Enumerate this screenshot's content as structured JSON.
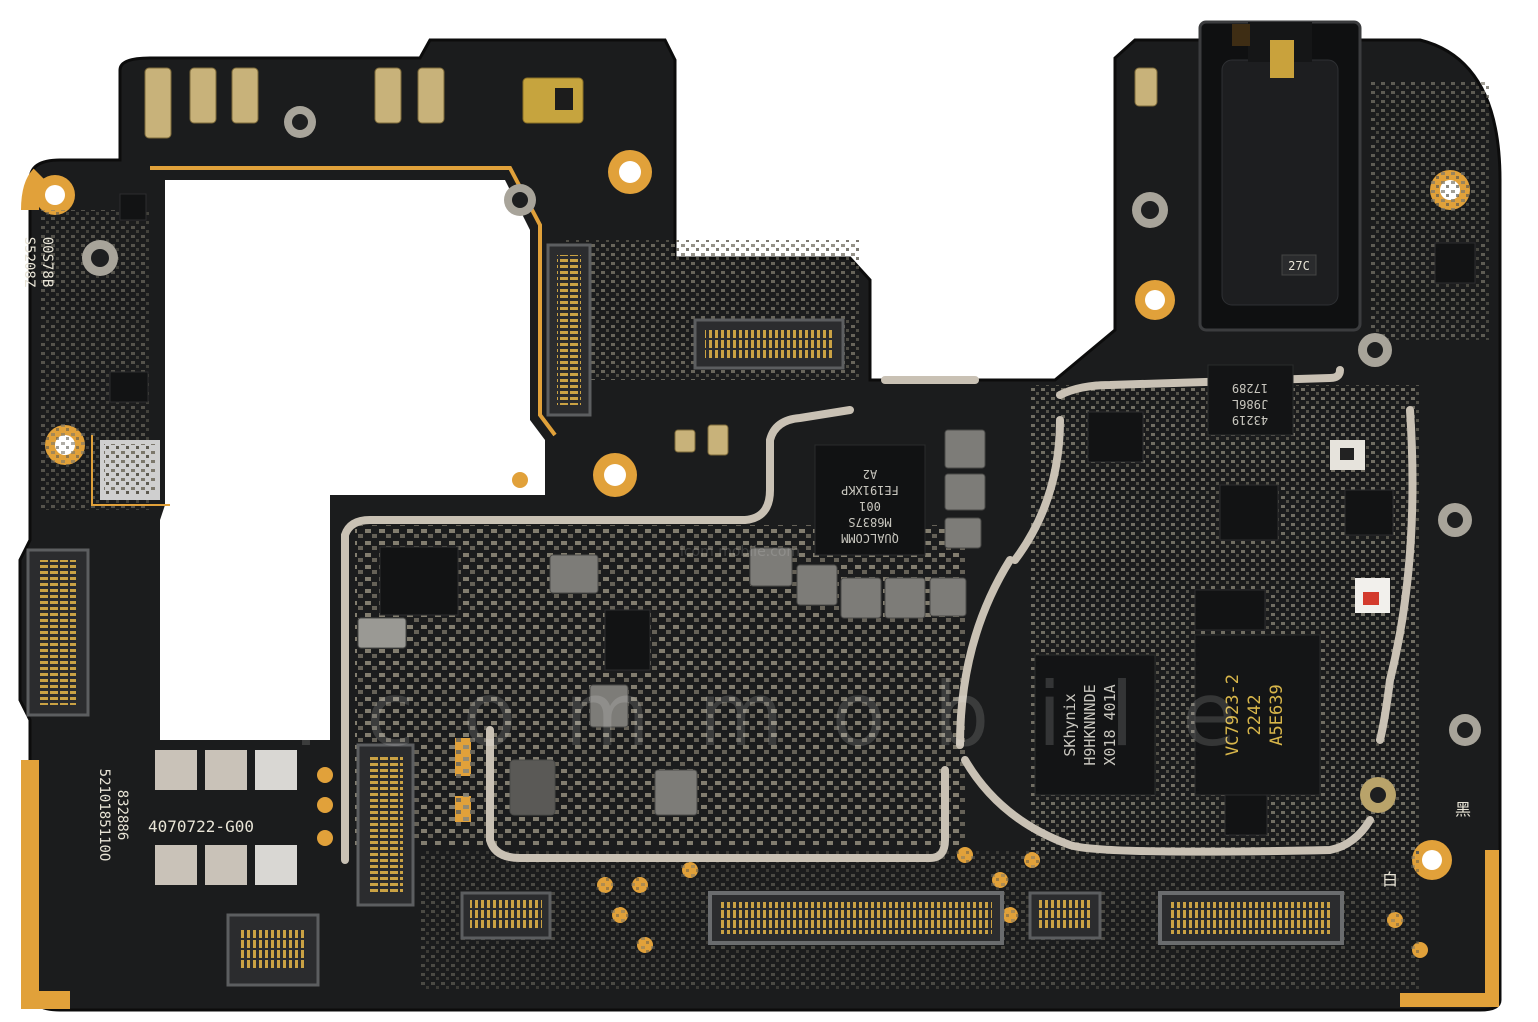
{
  "board": {
    "pcb_color": "#1b1c1d",
    "copper_color": "#e1a13a",
    "shield_color": "#c9c1b4"
  },
  "silkscreen": {
    "part_number": "4070722-G00",
    "code_a": "832886",
    "code_b": "5210185110O",
    "code_c": "00S78B",
    "code_d": "S5208Z",
    "jack_marking": "27C",
    "char_black": "黑",
    "char_white": "白"
  },
  "chips": {
    "pmic": {
      "line1": "QUALCOMM",
      "line2": "M6837S",
      "line3": "001",
      "line4": "FE191XKP",
      "line5": "A2"
    },
    "memory": {
      "line1": "SKhynix",
      "line2": "H9HKNNNDE",
      "line3": "X018 401A"
    },
    "emmc": {
      "line1": "VC7923-2",
      "line2": "2242",
      "line3": "A5E639"
    },
    "rf_ic": {
      "line1": "43219",
      "line2": "J986L",
      "line3": "17289"
    }
  },
  "watermark": {
    "url": "icom mobile.com",
    "large": "i c o m m o b i l e"
  }
}
